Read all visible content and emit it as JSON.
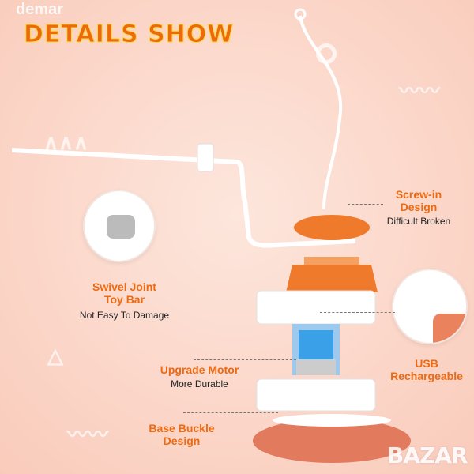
{
  "title": "DETAILS SHOW",
  "watermarks": {
    "top": "demar",
    "bottom": "BAZAR"
  },
  "features": {
    "screw_in": {
      "title_line1": "Screw-in",
      "title_line2": "Design",
      "subtitle": "Difficult Broken"
    },
    "swivel": {
      "title_line1": "Swivel Joint",
      "title_line2": "Toy Bar",
      "subtitle": "Not Easy To Damage"
    },
    "motor": {
      "title": "Upgrade Motor",
      "subtitle": "More Durable"
    },
    "usb": {
      "title_line1": "USB",
      "title_line2": "Rechargeable"
    },
    "base": {
      "title_line1": "Base Buckle",
      "title_line2": "Design"
    }
  },
  "colors": {
    "accent": "#ec6a0c",
    "product_orange": "#f07a2c",
    "motor_blue": "#3aa0e8",
    "pad": "#e27a5e"
  }
}
